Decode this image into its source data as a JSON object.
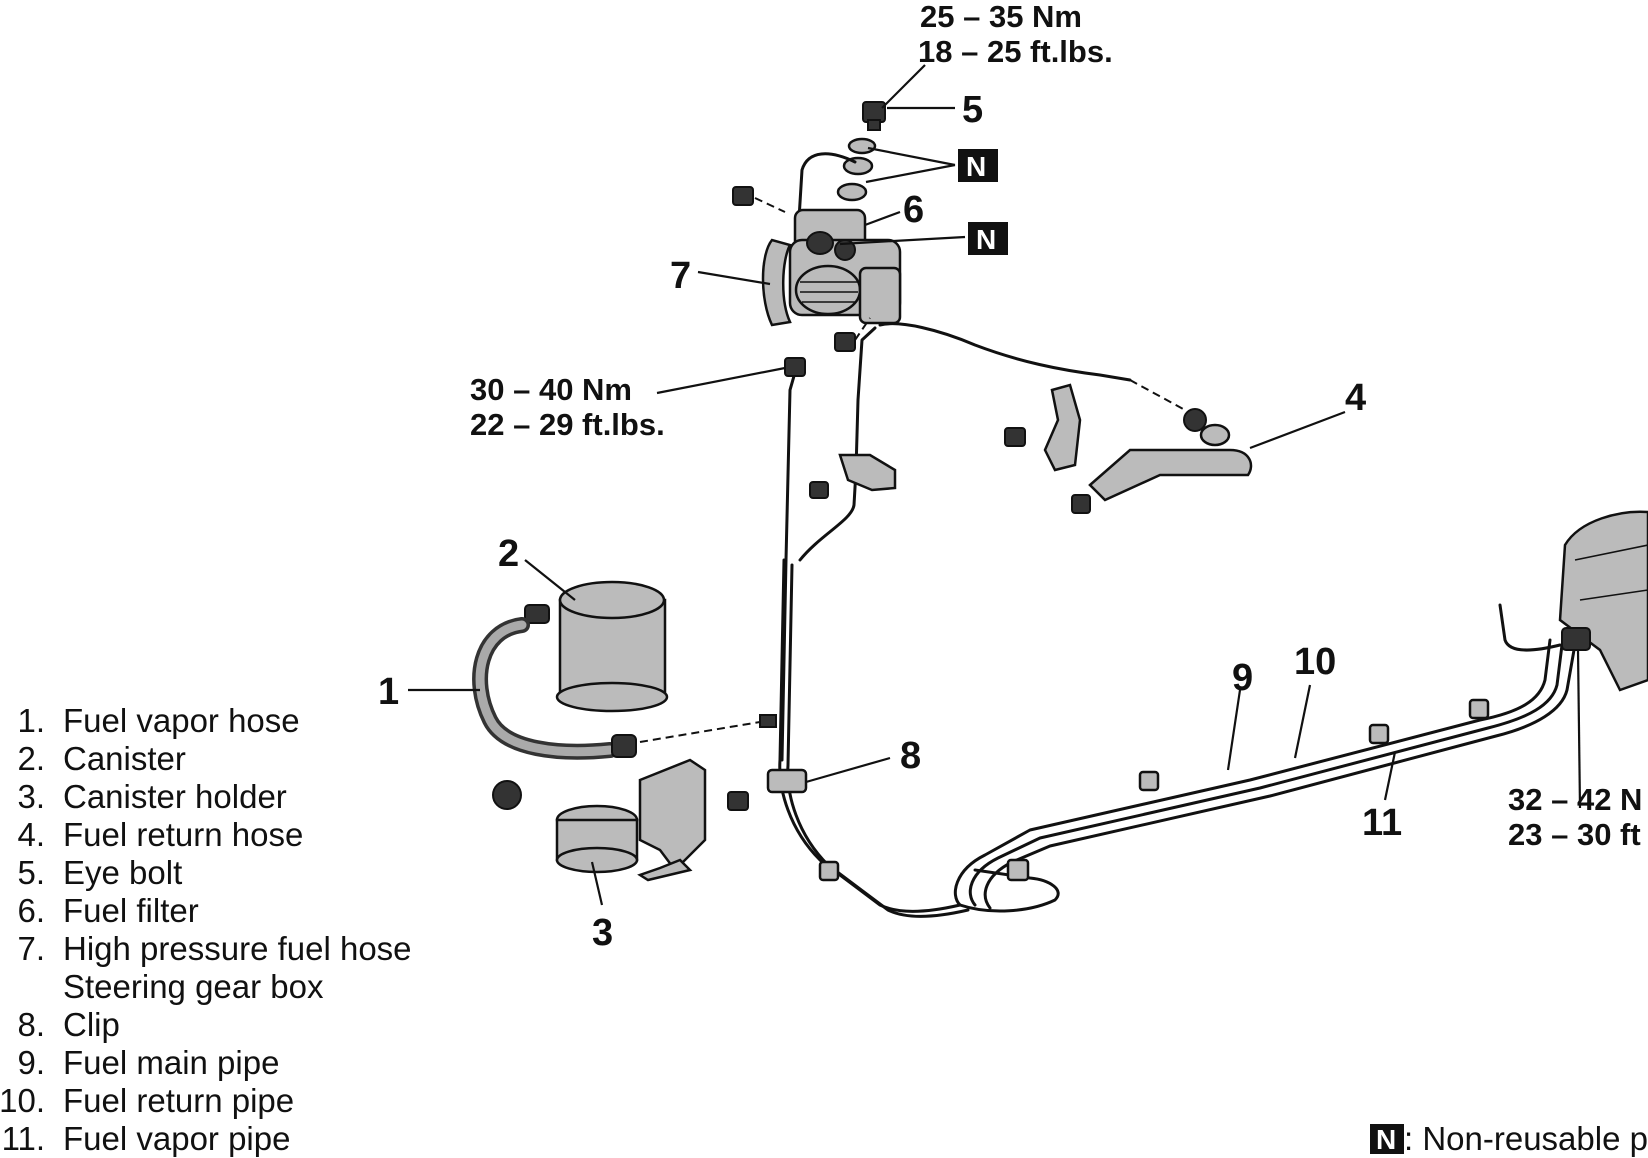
{
  "torque": {
    "eye_bolt_nm": "25 – 35 Nm",
    "eye_bolt_ftlbs": "18 – 25 ft.lbs.",
    "flare_nut_nm": "30 – 40 Nm",
    "flare_nut_ftlbs": "22 – 29 ft.lbs.",
    "tank_nm": "32 – 42 N",
    "tank_ftlbs": "23 – 30 ft"
  },
  "callouts": {
    "c1": "1",
    "c2": "2",
    "c3": "3",
    "c4": "4",
    "c5": "5",
    "c6": "6",
    "c7": "7",
    "c8": "8",
    "c9": "9",
    "c10": "10",
    "c11": "11"
  },
  "nonreusable": {
    "symbol": "N",
    "text": ": Non-reusable p"
  },
  "legend": [
    {
      "num": "1.",
      "text": "Fuel vapor hose"
    },
    {
      "num": "2.",
      "text": "Canister"
    },
    {
      "num": "3.",
      "text": "Canister holder"
    },
    {
      "num": "4.",
      "text": "Fuel return hose"
    },
    {
      "num": "5.",
      "text": "Eye bolt"
    },
    {
      "num": "6.",
      "text": "Fuel filter"
    },
    {
      "num": "7.",
      "text": "High pressure fuel hose"
    },
    {
      "num": "",
      "text": "Steering gear box"
    },
    {
      "num": "8.",
      "text": "Clip"
    },
    {
      "num": "9.",
      "text": "Fuel main pipe"
    },
    {
      "num": "10.",
      "text": "Fuel return pipe"
    },
    {
      "num": "11.",
      "text": "Fuel vapor pipe"
    }
  ]
}
